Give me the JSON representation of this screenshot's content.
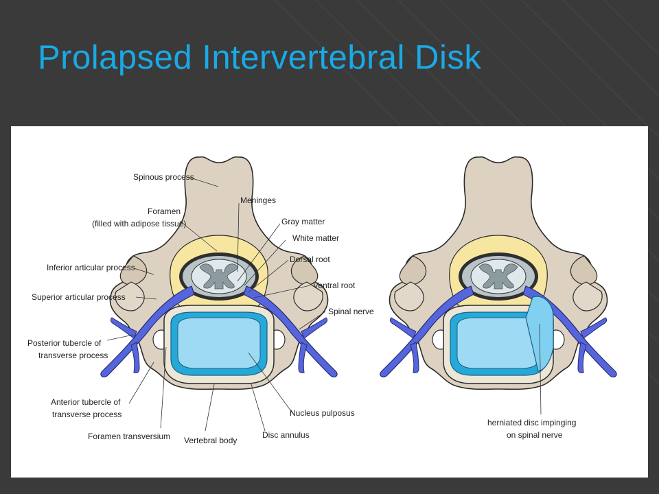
{
  "slide": {
    "title": "Prolapsed Intervertebral Disk"
  },
  "labels": {
    "spinous_process": "Spinous process",
    "foramen_line1": "Foramen",
    "foramen_line2": "(filled with adipose tissue)",
    "inferior_articular": "Inferior articular process",
    "superior_articular": "Superior articular process",
    "posterior_tubercle_line1": "Posterior tubercle of",
    "posterior_tubercle_line2": "transverse process",
    "anterior_tubercle_line1": "Anterior tubercle of",
    "anterior_tubercle_line2": "transverse process",
    "foramen_transversium": "Foramen transversium",
    "vertebral_body": "Vertebral body",
    "disc_annulus": "Disc annulus",
    "nucleus_pulposus": "Nucleus pulposus",
    "meninges": "Meninges",
    "gray_matter": "Gray matter",
    "white_matter": "White matter",
    "dorsal_root": "Dorsal root",
    "ventral_root": "Ventral root",
    "spinal_nerve": "Spinal nerve",
    "herniated_line1": "herniated disc impinging",
    "herniated_line2": "on spinal nerve"
  },
  "colors": {
    "title": "#1aa9e6",
    "background": "#3a3a3a",
    "bone": "#ddd2c2",
    "fat": "#f6e6a0",
    "nerve": "#5566dd",
    "disc_outer": "#26a9d8",
    "disc_inner": "#9fdaf5"
  }
}
